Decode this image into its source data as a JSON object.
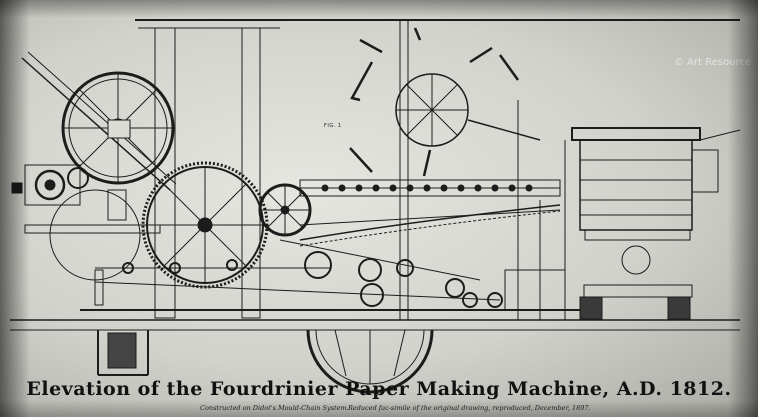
{
  "image": {
    "watermark": "© Art Resource",
    "figure_label": "FIG. 1",
    "title": "Elevation of the Fourdrinier Paper Making Machine, A.D. 1812.",
    "caption_left": "Constructed on Didot's Mould-Chain System.",
    "caption_right": "Reduced fac-simile of the original drawing, reproduced, December, 1897.",
    "colors": {
      "paper": "#dcdcd6",
      "ink": "#1a1a1a",
      "vignette": "#2a2a2a"
    }
  }
}
